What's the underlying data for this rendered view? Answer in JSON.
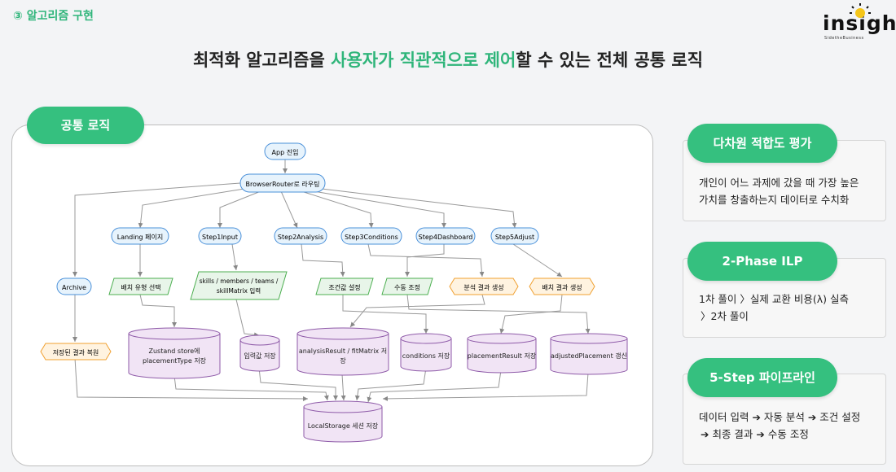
{
  "section_label": "③ 알고리즘 구현",
  "logo": {
    "text": "insight",
    "subtitle": "SidetheBusiness"
  },
  "headline": {
    "part1": "최적화 알고리즘을 ",
    "highlight": "사용자가 직관적으로 제어",
    "part2": "할 수 있는 전체 공통 로직"
  },
  "common_pill": "공통 로직",
  "flow": {
    "app_entry": "App 진입",
    "router": "BrowserRouter로 라우팅",
    "landing": "Landing 페이지",
    "step1": "Step1Input",
    "step2": "Step2Analysis",
    "step3": "Step3Conditions",
    "step4": "Step4Dashboard",
    "step5": "Step5Adjust",
    "archive": "Archive",
    "select_type": "배치 유형 선택",
    "input_line1": "skills / members / teams /",
    "input_line2": "skillMatrix 입력",
    "set_conditions": "조건값 설정",
    "manual_adjust": "수동 조정",
    "gen_analysis": "분석 결과 생성",
    "gen_placement": "배치 결과 생성",
    "restore": "저장된 결과 복원",
    "zustand_line1": "Zustand store에",
    "zustand_line2": "placementType 저장",
    "save_input": "입력값 저장",
    "save_analysis_line1": "analysisResult / fitMatrix 저",
    "save_analysis_line2": "장",
    "save_conditions": "conditions 저장",
    "save_placement": "placementResult 저장",
    "update_adjusted": "adjustedPlacement 갱신",
    "localstorage": "LocalStorage 세션 저장"
  },
  "side": [
    {
      "title": "다차원 적합도 평가",
      "lines": [
        "개인이 어느 과제에 갔을 때 가장 높은",
        "가치를 창출하는지 데이터로 수치화"
      ]
    },
    {
      "title": "2-Phase ILP",
      "lines": [
        "1차 풀이 〉실제 교환 비용(λ) 실측",
        "〉2차 풀이"
      ]
    },
    {
      "title": "5-Step 파이프라인",
      "lines": [
        "데이터 입력 ➔ 자동 분석 ➔ 조건 설정",
        "➔ 최종 결과 ➔ 수동 조정"
      ]
    }
  ],
  "colors": {
    "accent": "#35c07f",
    "process_fill": "#e7f3fc",
    "process_stroke": "#4a90d9",
    "io_fill": "#e8f5e9",
    "io_stroke": "#4caf50",
    "gen_fill": "#fff3e0",
    "gen_stroke": "#f0a030",
    "store_fill": "#f1e4f5",
    "store_stroke": "#8e5aa8"
  }
}
